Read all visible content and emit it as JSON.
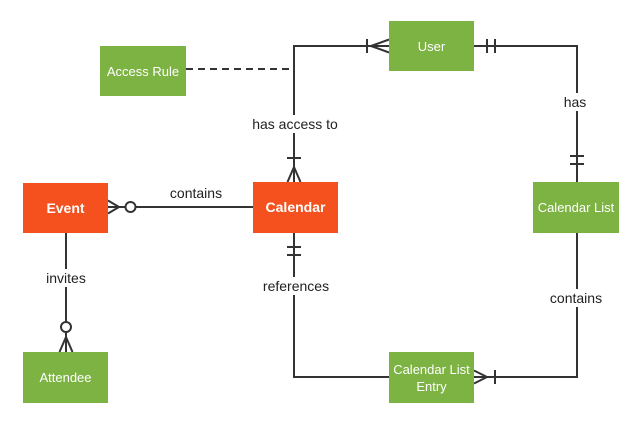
{
  "diagram": {
    "type": "entity-relationship-diagram",
    "colors": {
      "entity_green": "#7cb342",
      "entity_orange": "#f4511e",
      "line": "#333333",
      "label_text": "#212121",
      "entity_text": "#ffffff",
      "background": "#ffffff"
    },
    "entities": [
      {
        "id": "access-rule",
        "label": "Access Rule",
        "color": "green"
      },
      {
        "id": "user",
        "label": "User",
        "color": "green"
      },
      {
        "id": "event",
        "label": "Event",
        "color": "orange"
      },
      {
        "id": "calendar",
        "label": "Calendar",
        "color": "orange"
      },
      {
        "id": "calendar-list",
        "label": "Calendar List",
        "color": "green"
      },
      {
        "id": "attendee",
        "label": "Attendee",
        "color": "green"
      },
      {
        "id": "calendar-list-entry",
        "label": "Calendar List Entry",
        "color": "green"
      }
    ],
    "relationships": [
      {
        "label": "contains",
        "from": "Event",
        "to": "Calendar",
        "from_marker": "zero-or-many",
        "to_marker": "none",
        "style": "solid"
      },
      {
        "label": "invites",
        "from": "Event",
        "to": "Attendee",
        "from_marker": "none",
        "to_marker": "zero-or-many",
        "style": "solid"
      },
      {
        "label": "has access to",
        "from": "Calendar",
        "to": "User",
        "from_marker": "one-or-many",
        "to_marker": "one-or-many",
        "style": "solid"
      },
      {
        "label": "has",
        "from": "User",
        "to": "Calendar List",
        "from_marker": "one-and-only-one",
        "to_marker": "one-and-only-one",
        "style": "solid"
      },
      {
        "label": "references",
        "from": "Calendar",
        "to": "Calendar List Entry",
        "from_marker": "one-and-only-one",
        "to_marker": "none",
        "style": "solid"
      },
      {
        "label": "contains",
        "from": "Calendar List",
        "to": "Calendar List Entry",
        "from_marker": "none",
        "to_marker": "one-or-many",
        "style": "solid"
      },
      {
        "label": "",
        "from": "Access Rule",
        "to": "has access to",
        "from_marker": "none",
        "to_marker": "none",
        "style": "dashed"
      }
    ]
  }
}
